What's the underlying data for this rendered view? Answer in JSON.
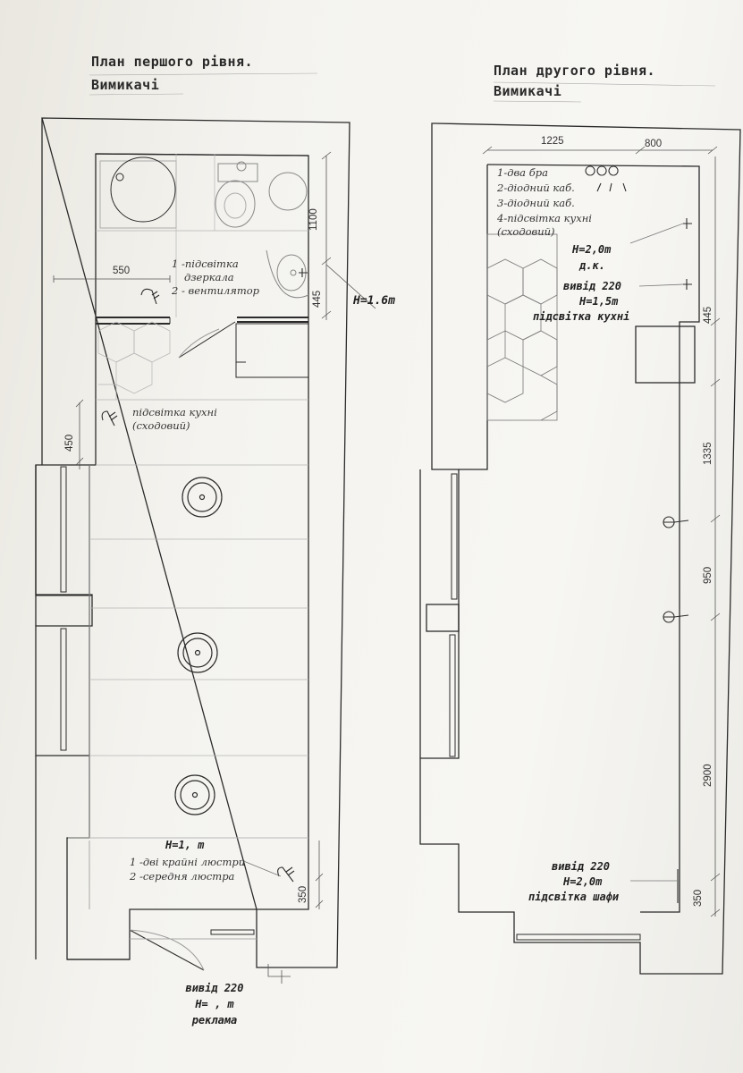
{
  "plan1": {
    "title": "План першого рівня.",
    "subtitle": "Вимикачі",
    "dims": {
      "d1100": "1100",
      "d550": "550",
      "d445": "445",
      "d450": "450",
      "d350": "350"
    },
    "height_mark": "H=1.6m",
    "legend1": {
      "l1": "1 -підсвітка",
      "l2": "дзеркала",
      "l3": "2 - вентилятор"
    },
    "kitchen": {
      "l1": "підсвітка кухні",
      "l2": "(сходовий)"
    },
    "chandelier": {
      "h": "H=1, m",
      "l1": "1 -дві крайні люстри",
      "l2": "2 -середня люстра"
    },
    "outlet": {
      "l1": "вивід 220",
      "l2": "H=  , m",
      "l3": "реклама"
    }
  },
  "plan2": {
    "title": "План другого рівня.",
    "subtitle": "Вимикачі",
    "dims": {
      "d1225": "1225",
      "d800": "800",
      "d445": "445",
      "d1335": "1335",
      "d950": "950",
      "d2900": "2900",
      "d350": "350"
    },
    "legend": {
      "l1": "1-два бра",
      "l2": "2-діодний каб.",
      "l3": "3-діодний каб.",
      "l4": "4-підсвітка кухні",
      "l5": "(сходовий)"
    },
    "switch1": {
      "l1": "H=2,0m",
      "l2": "д.к."
    },
    "switch2": {
      "l1": "вивід 220",
      "l2": "H=1,5m",
      "l3": "підсвітка кухні"
    },
    "switch3": {
      "l1": "вивід 220",
      "l2": "H=2,0m",
      "l3": "підсвітка шафи"
    }
  },
  "colors": {
    "line": "#2b2b2b",
    "thin": "#8a8a8a",
    "paper": "#f4f3ef"
  }
}
